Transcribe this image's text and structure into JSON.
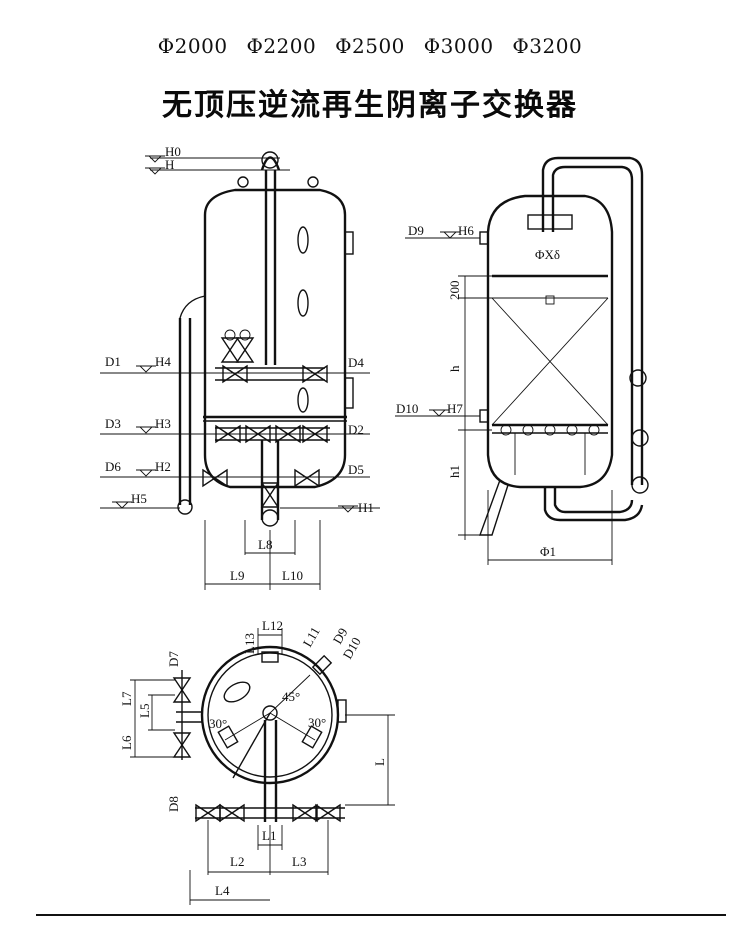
{
  "header": {
    "sizes": [
      "Φ2000",
      "Φ2200",
      "Φ2500",
      "Φ3000",
      "Φ3200"
    ],
    "title": "无顶压逆流再生阴离子交换器"
  },
  "front_view": {
    "levels": {
      "h0": "H0",
      "h": "H",
      "h4": "H4",
      "h3": "H3",
      "h2": "H2",
      "h5": "H5",
      "h1": "H1"
    },
    "nozzles": {
      "d1": "D1",
      "d3": "D3",
      "d6": "D6",
      "d4": "D4",
      "d2": "D2",
      "d5": "D5"
    },
    "dims": {
      "l8": "L8",
      "l9": "L9",
      "l10": "L10"
    }
  },
  "side_view": {
    "nozzles": {
      "d9": "D9",
      "d10": "D10"
    },
    "levels": {
      "h6": "H6",
      "h7": "H7"
    },
    "dims": {
      "phi_x_delta": "ΦXδ",
      "d200": "200",
      "h": "h",
      "h1": "h1",
      "phi1": "Φ1"
    }
  },
  "plan_view": {
    "dims": {
      "l13": "L13",
      "l12": "L12",
      "l11": "L11",
      "d9": "D9",
      "d10": "D10",
      "d7": "D7",
      "l7": "L7",
      "l5": "L5",
      "l6": "L6",
      "d8": "D8",
      "l": "L",
      "l1": "L1",
      "l2": "L2",
      "l3": "L3",
      "l4": "L4"
    },
    "angles": {
      "a45": "45°",
      "a30l": "30°",
      "a30r": "30°"
    }
  }
}
